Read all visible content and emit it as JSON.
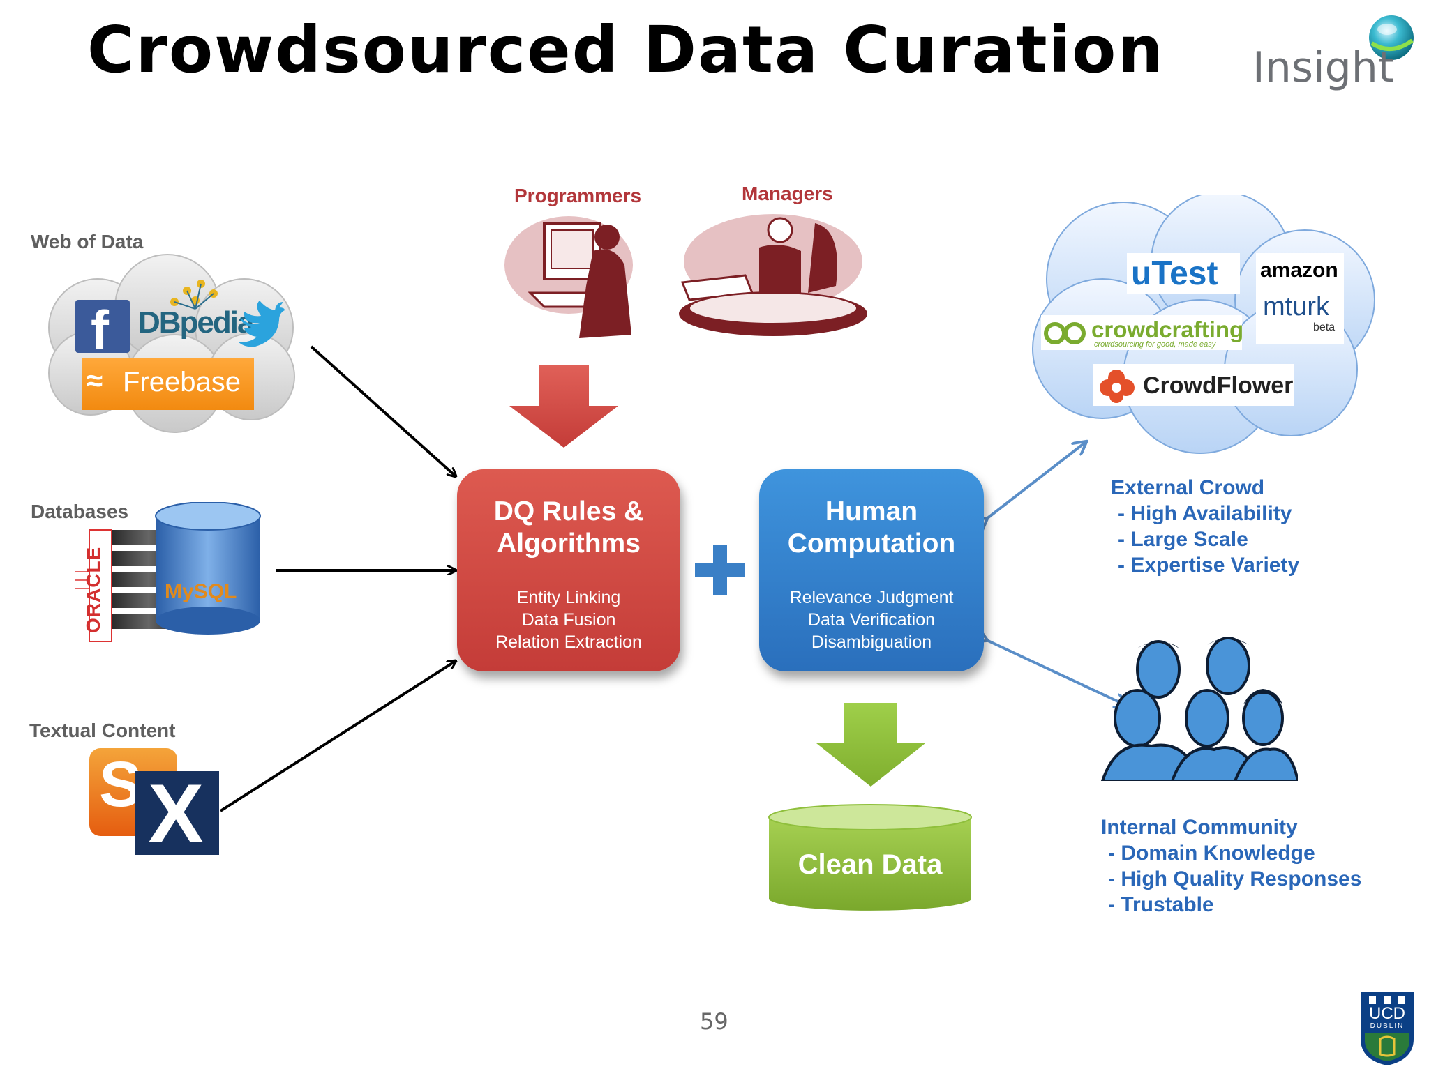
{
  "title": "Crowdsourced Data Curation",
  "brand": {
    "logo_text": "Insight",
    "university_logo": "UCD",
    "university_sub": "DUBLIN"
  },
  "sources": [
    {
      "label": "Web of Data",
      "logos": [
        "Facebook",
        "DBpedia",
        "Twitter",
        "Freebase"
      ]
    },
    {
      "label": "Databases",
      "logos": [
        "ORACLE",
        "MySQL"
      ]
    },
    {
      "label": "Textual Content",
      "logos": [
        "SharePoint",
        "XWiki"
      ]
    }
  ],
  "roles": {
    "programmers": "Programmers",
    "managers": "Managers"
  },
  "dq_box": {
    "title_line1": "DQ Rules &",
    "title_line2": "Algorithms",
    "items": [
      "Entity Linking",
      "Data Fusion",
      "Relation Extraction"
    ]
  },
  "hc_box": {
    "title_line1": "Human",
    "title_line2": "Computation",
    "items": [
      "Relevance Judgment",
      "Data Verification",
      "Disambiguation"
    ]
  },
  "plus": "+",
  "clean_data": "Clean Data",
  "external_crowd": {
    "title": "External Crowd",
    "items": [
      "- High Availability",
      "- Large Scale",
      "- Expertise Variety"
    ],
    "logos": {
      "utest": "uTest",
      "amazon": "amazon",
      "mturk": "mturk",
      "beta": "beta",
      "crowdcrafting": "crowdcrafting",
      "crowdcrafting_tagline": "crowdsourcing for good, made easy",
      "crowdflower": "CrowdFlower"
    }
  },
  "internal_community": {
    "title": "Internal Community",
    "items": [
      "- Domain Knowledge",
      "- High Quality Responses",
      "- Trustable"
    ]
  },
  "page_number": "59",
  "colors": {
    "dq_red": "#c94440",
    "hc_blue": "#2f7cc8",
    "clean_green": "#8fbf3c",
    "crowd_text": "#2a67b8",
    "role_text": "#b2363a"
  }
}
